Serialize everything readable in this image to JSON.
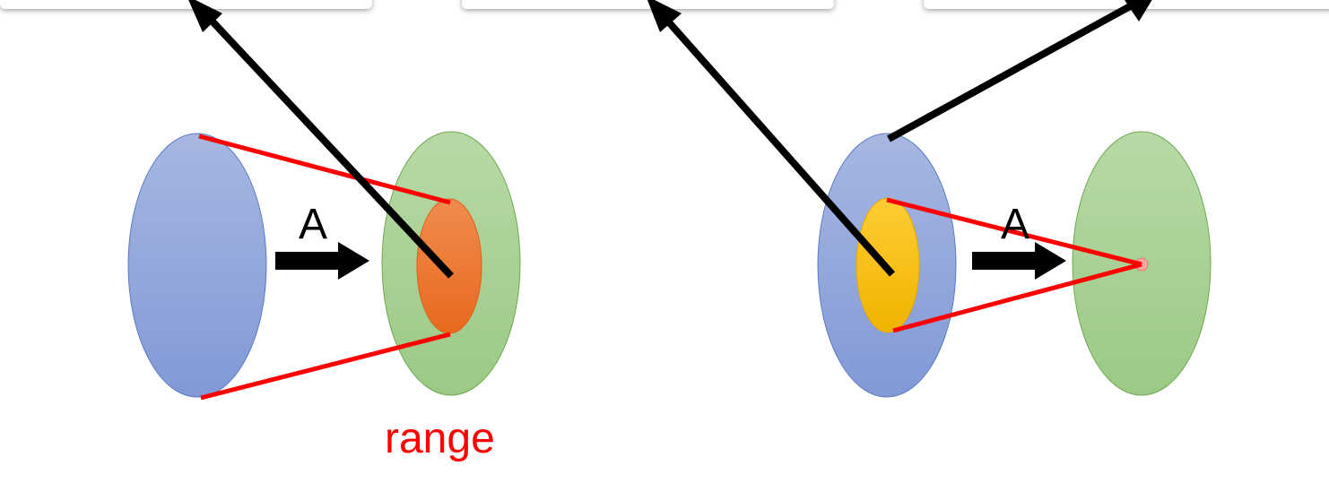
{
  "left_panel": {
    "arrow_label": "A",
    "caption": "range"
  },
  "right_panel": {
    "arrow_label": "A"
  },
  "colors": {
    "domain_fill": "#8fa4da",
    "codomain_fill": "#a6cf92",
    "range_fill": "#ee7a30",
    "subset_fill": "#f5c21b",
    "mapping_lines": "#ff0000",
    "caption_text": "#ff0000"
  }
}
